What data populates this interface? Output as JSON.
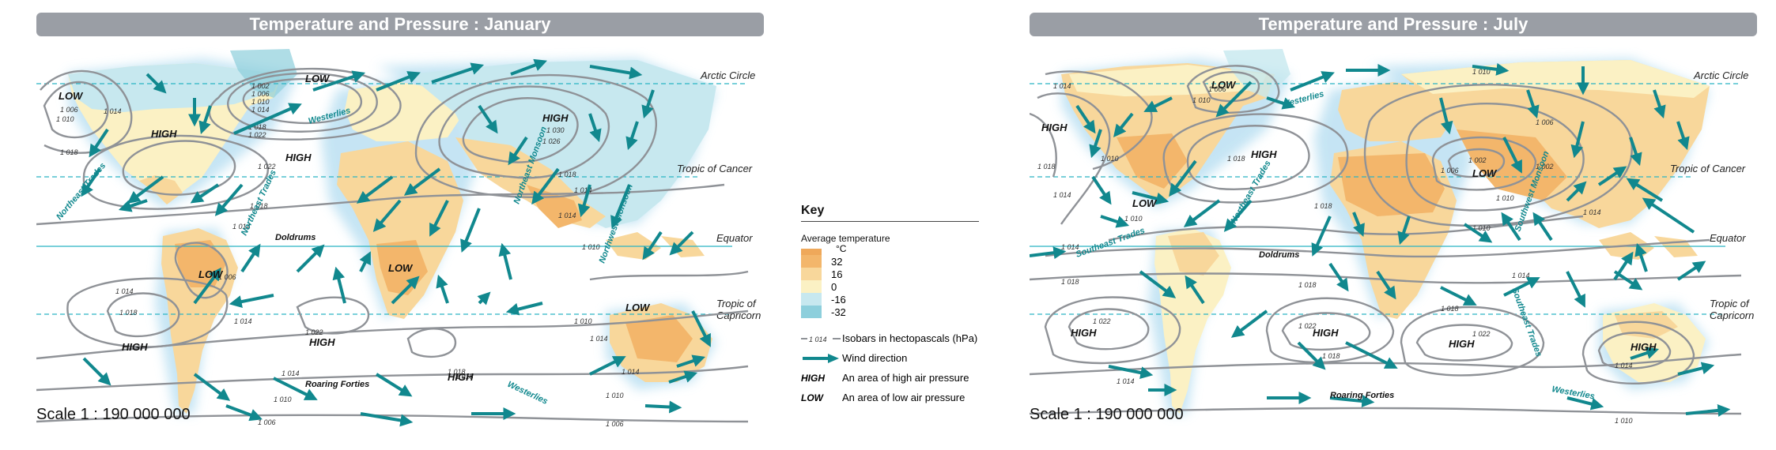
{
  "maps": [
    {
      "title": "Temperature and Pressure : January",
      "scale": "Scale 1 : 190 000 000",
      "lines": {
        "arctic": "Arctic Circle",
        "cancer": "Tropic of Cancer",
        "equator": "Equator",
        "capricorn": "Tropic of Capricorn"
      },
      "labels": {
        "low_na": "LOW",
        "low_siberia": "LOW",
        "low_sa": "LOW",
        "low_africa": "LOW",
        "low_aus": "LOW",
        "high_na": "HIGH",
        "high_atl": "HIGH",
        "high_asia": "HIGH",
        "high_sa": "HIGH",
        "high_satl": "HIGH",
        "high_sind": "HIGH",
        "westerlies_n": "Westerlies",
        "westerlies_s": "Westerlies",
        "ne_trades_1": "Northeast Trades",
        "ne_trades_2": "Northeast Trades",
        "ne_monsoon": "Northeast Monsoon",
        "nw_monsoon": "Northwest Monsoon",
        "doldrums": "Doldrums",
        "roaring": "Roaring Forties"
      },
      "isobars": [
        "1 002",
        "1 006",
        "1 010",
        "1 014",
        "1 018",
        "1 022",
        "1 026",
        "1 030",
        "1 018",
        "1 022",
        "1 014",
        "1 010",
        "1 006",
        "1 014",
        "1 018",
        "1 014",
        "1 018",
        "1 014",
        "1 010",
        "1 006",
        "1 010",
        "1 014",
        "1 018",
        "1 014",
        "1 022",
        "1 018",
        "1 014",
        "1 010",
        "1 006",
        "1 018",
        "1 014",
        "1 014",
        "1 010",
        "1 006"
      ]
    },
    {
      "title": "Temperature and Pressure : July",
      "scale": "Scale 1 : 190 000 000",
      "lines": {
        "arctic": "Arctic Circle",
        "cancer": "Tropic of Cancer",
        "equator": "Equator",
        "capricorn": "Tropic of Capricorn"
      },
      "labels": {
        "low_arctic": "LOW",
        "low_mex": "LOW",
        "low_asia": "LOW",
        "high_pac": "HIGH",
        "high_atl": "HIGH",
        "high_spac": "HIGH",
        "high_satl": "HIGH",
        "high_sind": "HIGH",
        "high_aus": "HIGH",
        "westerlies_n": "Westerlies",
        "westerlies_s": "Westerlies",
        "ne_trades": "Northeast Trades",
        "se_trades_1": "Southeast Trades",
        "se_trades_2": "Southeast Trades",
        "sw_monsoon": "Southwest Monsoon",
        "doldrums": "Doldrums",
        "roaring": "Roaring Forties"
      },
      "isobars": [
        "1 014",
        "1 006",
        "1 010",
        "1 018",
        "1 010",
        "1 014",
        "1 018",
        "1 002",
        "1 006",
        "1 010",
        "1 006",
        "1 002",
        "1 010",
        "1 014",
        "1 014",
        "1 018",
        "1 022",
        "1 018",
        "1 022",
        "1 018",
        "1 022",
        "1 018",
        "1 014",
        "1 014",
        "1 010",
        "1 010",
        "1 014",
        "1 010",
        "1 018"
      ]
    }
  ],
  "key": {
    "title": "Key",
    "temp_title": "Average temperature",
    "unit": "°C",
    "temp_scale": [
      {
        "label": "32",
        "color": "#f3b66b"
      },
      {
        "label": "16",
        "color": "#f8d79b"
      },
      {
        "label": "0",
        "color": "#fbf1c4"
      },
      {
        "label": "-16",
        "color": "#c7e8ef"
      },
      {
        "label": "-32",
        "color": "#8dcfdc"
      }
    ],
    "top_swatch_color": "#efa85a",
    "legend": [
      {
        "symbol": "1 014",
        "text": "Isobars in hectopascals (hPa)"
      },
      {
        "symbol": "",
        "text": "Wind direction"
      },
      {
        "symbol": "HIGH",
        "text": "An area of high air pressure"
      },
      {
        "symbol": "LOW",
        "text": "An area of low air pressure"
      }
    ]
  },
  "colors": {
    "wind": "#11888e",
    "isobar": "#8f9297",
    "ocean_glow": "#bfe2f3",
    "line": "#2bb4c4"
  }
}
